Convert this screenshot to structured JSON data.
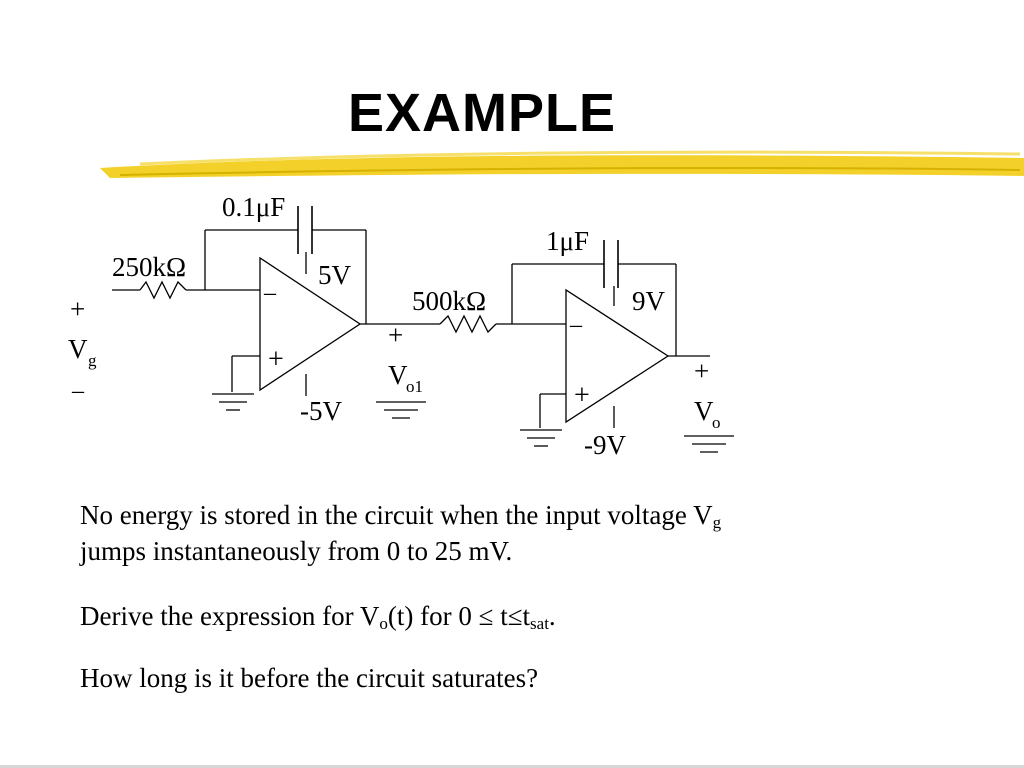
{
  "slide": {
    "title": "EXAMPLE",
    "accent_color": "#e8c000"
  },
  "circuit": {
    "stage1": {
      "capacitor": "0.1μF",
      "resistor": "250kΩ",
      "supply_pos": "5V",
      "supply_neg": "-5V",
      "inv_sign": "–",
      "noninv_sign": "+"
    },
    "stage2": {
      "capacitor": "1μF",
      "resistor": "500kΩ",
      "supply_pos": "9V",
      "supply_neg": "-9V",
      "inv_sign": "–",
      "noninv_sign": "+"
    },
    "input": {
      "plus": "+",
      "symbol": "V",
      "sub": "g",
      "minus": "–"
    },
    "vo1": {
      "plus": "+",
      "symbol": "V",
      "sub": "o1"
    },
    "vo": {
      "plus": "+",
      "symbol": "V",
      "sub": "o"
    }
  },
  "text": {
    "p1_a": "No energy is stored in the circuit when the input voltage V",
    "p1_sub": "g",
    "p1_b": "jumps instantaneously from 0 to 25 mV.",
    "p2_a": "Derive the expression for V",
    "p2_sub1": "o",
    "p2_b": "(t) for 0 ≤ t≤t",
    "p2_sub2": "sat",
    "p2_c": ".",
    "p3": "How long is it before the circuit saturates?"
  }
}
